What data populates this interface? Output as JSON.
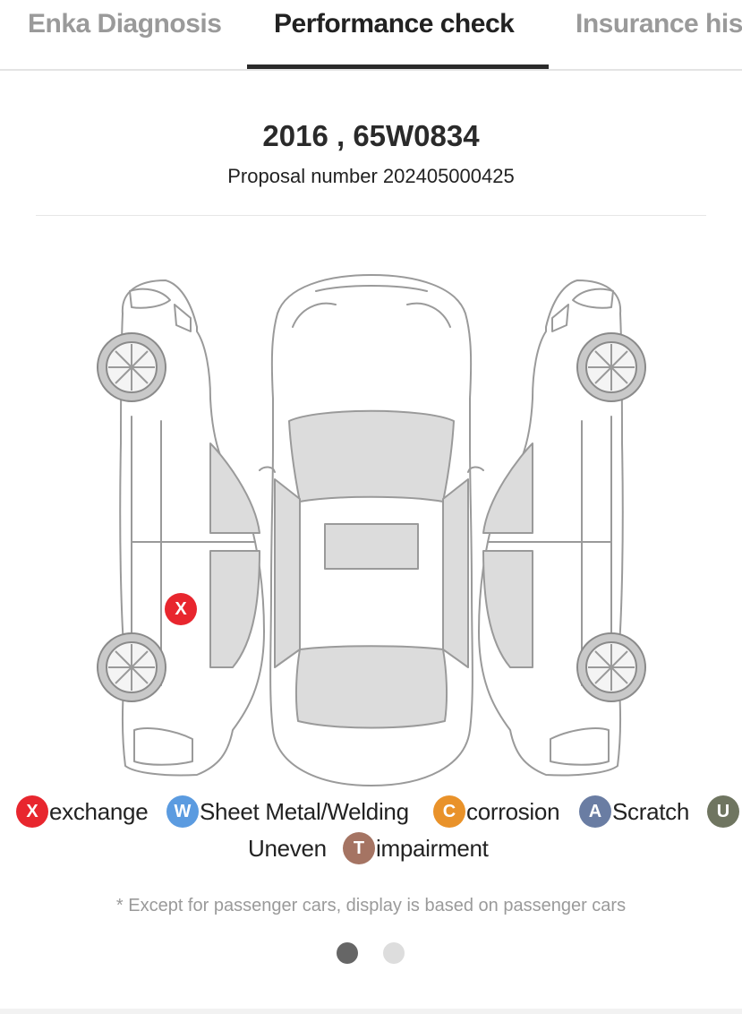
{
  "tabs": [
    {
      "label": "Enka Diagnosis"
    },
    {
      "label": "Performance check"
    },
    {
      "label": "Insurance his"
    }
  ],
  "vehicle": {
    "title": "2016 , 65W0834",
    "proposal": "Proposal number 202405000425"
  },
  "damage_marks": [
    {
      "code": "X",
      "type": "exchange",
      "color": "#e8262e"
    }
  ],
  "legend": [
    {
      "code": "X",
      "label": "exchange",
      "color": "#e8262e"
    },
    {
      "code": "W",
      "label": "Sheet Metal/Welding",
      "color": "#5b9be0"
    },
    {
      "code": "C",
      "label": "corrosion",
      "color": "#e9922a"
    },
    {
      "code": "A",
      "label": "Scratch",
      "color": "#6a7da3"
    },
    {
      "code": "U",
      "label": "Uneven",
      "color": "#6f7560"
    },
    {
      "code": "T",
      "label": "impairment",
      "color": "#a57463"
    }
  ],
  "note": "* Except for passenger cars, display is based on passenger cars",
  "pagination": {
    "current": 1,
    "total": 2,
    "active_color": "#666666",
    "inactive_color": "#dddddd"
  }
}
